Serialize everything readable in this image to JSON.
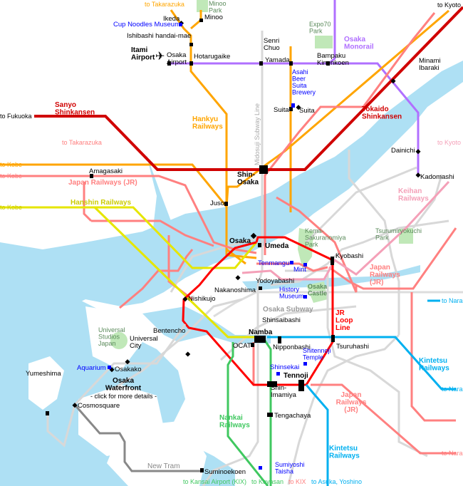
{
  "colors": {
    "water": "#aee0f4",
    "park": "#c0e8b8",
    "shinkansen": "#d00000",
    "jr": "#ff8080",
    "jr_loop": "#ff0000",
    "hankyu": "#ffa500",
    "hanshin": "#e6e600",
    "monorail": "#b070ff",
    "keihan": "#f4a0b8",
    "kintetsu": "#00b0f0",
    "nankai": "#40c860",
    "newtram": "#888888",
    "subway": "#d8d8d8"
  },
  "lines": {
    "sanyo": "Sanyo Shinkansen",
    "tokaido": "Tokaido Shinkansen",
    "hankyu": "Hankyu Railways",
    "monorail": "Osaka Monorail",
    "jr_north": "Japan Railways (JR)",
    "hanshin": "Hanshin Railways",
    "keihan": "Keihan Railways",
    "jr_east": "Japan Railways (JR)",
    "loop": "JR Loop Line",
    "subway": "Osaka Subway",
    "midosuji": "Midosuji Subway Line",
    "kintetsu_east": "Kintetsu Railways",
    "jr_south": "Japan Railways (JR)",
    "nankai": "Nankai Railways",
    "kintetsu_south": "Kintetsu Railways",
    "newtram": "New Tram"
  },
  "destinations": [
    "to Takarazuka",
    "to Kyoto",
    "to Fukuoka",
    "to Takarazuka",
    "to Kyoto",
    "to Kobe",
    "to Kobe",
    "to Kobe",
    "to Nara",
    "to Nara",
    "to Nara",
    "to Kansai Airport (KIX)",
    "to Koyasan",
    "to KIX",
    "to Asuka, Yoshino"
  ],
  "stations": [
    "Ikeda",
    "Minoo",
    "Ishibashi handai-mae",
    "Osaka Airport",
    "Hotarugaike",
    "Senri Chuo",
    "Yamada",
    "Bampaku Kinenkoen",
    "Minami Ibaraki",
    "Suita",
    "Suita",
    "Dainichi",
    "Kadomashi",
    "Amagasaki",
    "Shin-Osaka",
    "Juso",
    "Osaka",
    "Umeda",
    "Kyobashi",
    "Nakanoshima",
    "Yodoyabashi",
    "Nishikujo",
    "Shinsaibashi",
    "Bentencho",
    "Universal City",
    "Namba",
    "OCAT",
    "Nipponbashi",
    "Tsuruhashi",
    "Osakako",
    "Yumeshima",
    "Cosmosquare",
    "Tennoji",
    "Shin-Imamiya",
    "Tengachaya",
    "Suminoekoen"
  ],
  "places": {
    "airport": "Itami Airport",
    "minoo_park": "Minoo Park",
    "expo70": "Expo70 Park",
    "tsurumi": "Tsurumiryokuchi Park",
    "kema": "Kema-Sakuranomiya Park",
    "usj": "Universal Studios Japan",
    "castle": "Osaka Castle",
    "waterfront": "Osaka Waterfront",
    "waterfront_note": "- click for more details -"
  },
  "attractions": [
    "Cup Noodles Museum",
    "Asahi Beer Suita Brewery",
    "Tenmangu",
    "Mint",
    "History Museum",
    "Aquarium",
    "Shitennoji Temple",
    "Shinsekai",
    "Sumiyoshi Taisha"
  ]
}
